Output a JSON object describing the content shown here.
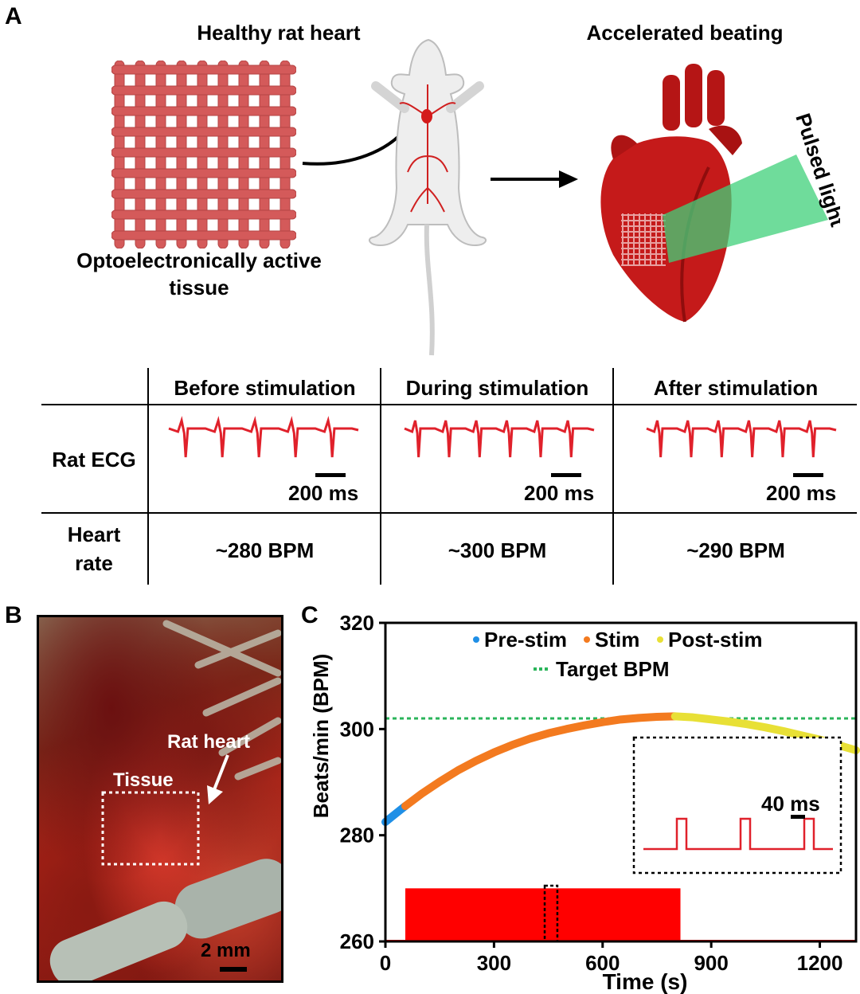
{
  "panelA": {
    "letter": "A",
    "title_left": "Healthy rat heart",
    "title_right": "Accelerated beating",
    "tissue_label_line1": "Optoelectronically active",
    "tissue_label_line2": "tissue",
    "light_label": "Pulsed light",
    "colors": {
      "tissue": "#d45a5a",
      "heart": "#c41818",
      "light": "#3fd07a",
      "ecg": "#e0212b"
    },
    "table": {
      "columns": [
        "Before stimulation",
        "During stimulation",
        "After stimulation"
      ],
      "row_ecg_label": "Rat ECG",
      "row_hr_label_line1": "Heart",
      "row_hr_label_line2": "rate",
      "scale_labels": [
        "200 ms",
        "200 ms",
        "200 ms"
      ],
      "heart_rates": [
        "~280 BPM",
        "~300 BPM",
        "~290 BPM"
      ]
    }
  },
  "panelB": {
    "letter": "B",
    "heart_label": "Rat heart",
    "tissue_label": "Tissue",
    "scale_label": "2 mm"
  },
  "panelC": {
    "letter": "C",
    "inset_scale_label": "40 ms"
  },
  "chart_data": {
    "type": "line",
    "xlabel": "Time (s)",
    "ylabel": "Beats/min (BPM)",
    "xlim": [
      0,
      1300
    ],
    "ylim": [
      260,
      320
    ],
    "xticks": [
      0,
      300,
      600,
      900,
      1200
    ],
    "yticks": [
      260,
      280,
      300,
      320
    ],
    "legend": {
      "placement": "top-center",
      "entries": [
        {
          "name": "Pre-stim",
          "color": "#1f8fe6"
        },
        {
          "name": "Stim",
          "color": "#f37a1f"
        },
        {
          "name": "Post-stim",
          "color": "#e8e036"
        },
        {
          "name": "Target BPM",
          "color": "#2ab55a"
        }
      ]
    },
    "series": [
      {
        "name": "Pre-stim",
        "color": "#1f8fe6",
        "x": [
          0,
          20,
          40,
          55
        ],
        "y": [
          282.5,
          283.6,
          284.7,
          285.5
        ]
      },
      {
        "name": "Stim",
        "color": "#f37a1f",
        "x": [
          55,
          100,
          150,
          200,
          250,
          300,
          350,
          400,
          450,
          500,
          550,
          600,
          650,
          700,
          750,
          800
        ],
        "y": [
          285.5,
          287.8,
          290.1,
          292.2,
          294.0,
          295.6,
          297.0,
          298.2,
          299.2,
          300.0,
          300.7,
          301.3,
          301.8,
          302.1,
          302.3,
          302.4
        ]
      },
      {
        "name": "Post-stim",
        "color": "#e8e036",
        "x": [
          800,
          850,
          900,
          950,
          1000,
          1050,
          1100,
          1150,
          1200,
          1250,
          1300
        ],
        "y": [
          302.4,
          302.2,
          301.8,
          301.4,
          300.9,
          300.3,
          299.6,
          298.8,
          298.0,
          297.0,
          296.0
        ]
      }
    ],
    "target_bpm": 302,
    "stimulation_window": {
      "start": 55,
      "end": 815,
      "color": "#ff0000"
    }
  }
}
